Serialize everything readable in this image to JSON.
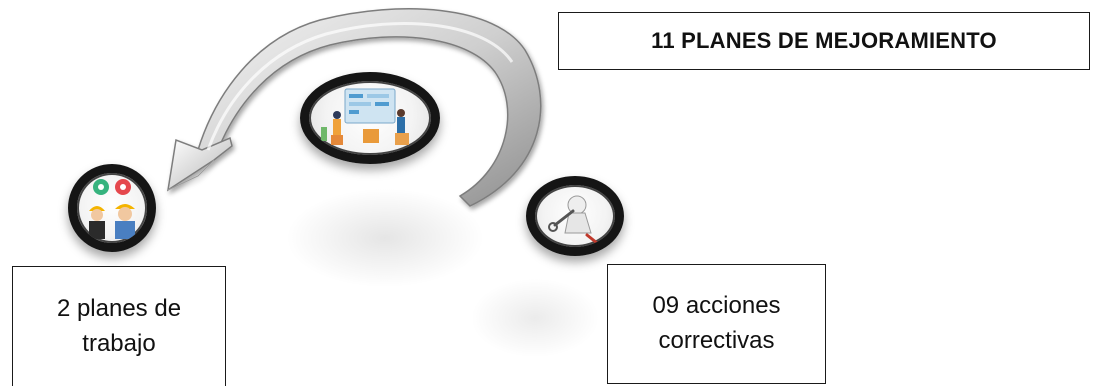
{
  "diagram": {
    "title": "11 PLANES DE MEJORAMIENTO",
    "left_label": [
      "2 planes de",
      "trabajo"
    ],
    "right_label": [
      "09 acciones",
      "correctivas"
    ]
  },
  "icons": {
    "left": "team-engineers-icon",
    "center": "planning-board-icon",
    "right": "repair-tool-icon",
    "arrow": "curved-arrow-icon"
  },
  "colors": {
    "arrow_light": "#e6e6e6",
    "arrow_dark": "#8c8c8c",
    "ring": "#151515"
  }
}
